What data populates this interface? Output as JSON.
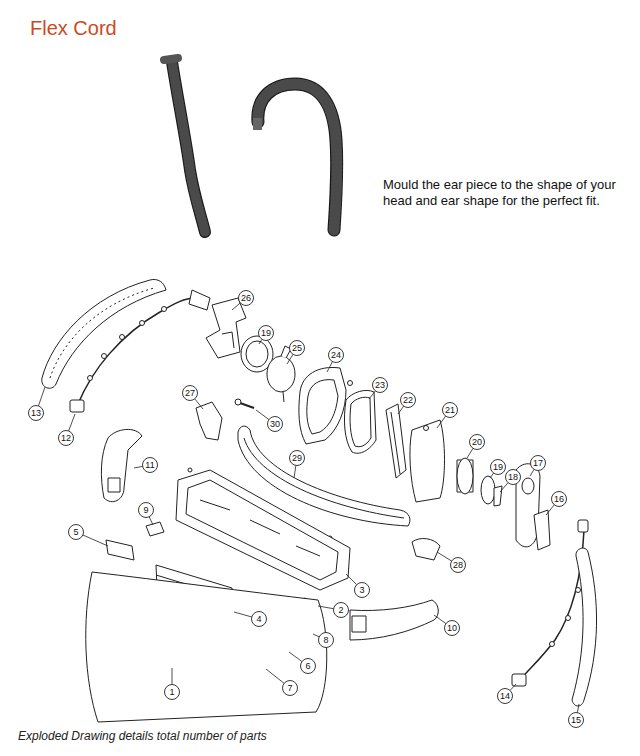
{
  "diagram": {
    "title": "Flex Cord",
    "caption": "Exploded Drawing details total number of parts",
    "labels": [
      "Mould the ear piece to the shape of your head and ear shape for the perfect fit.",
      "26",
      "19",
      "25",
      "24",
      "13",
      "27",
      "23",
      "22",
      "21",
      "30",
      "12",
      "11",
      "20",
      "19",
      "29",
      "18",
      "17",
      "16",
      "9",
      "5",
      "28",
      "3",
      "2",
      "4",
      "10",
      "8",
      "6",
      "7",
      "1",
      "14",
      "15"
    ]
  }
}
